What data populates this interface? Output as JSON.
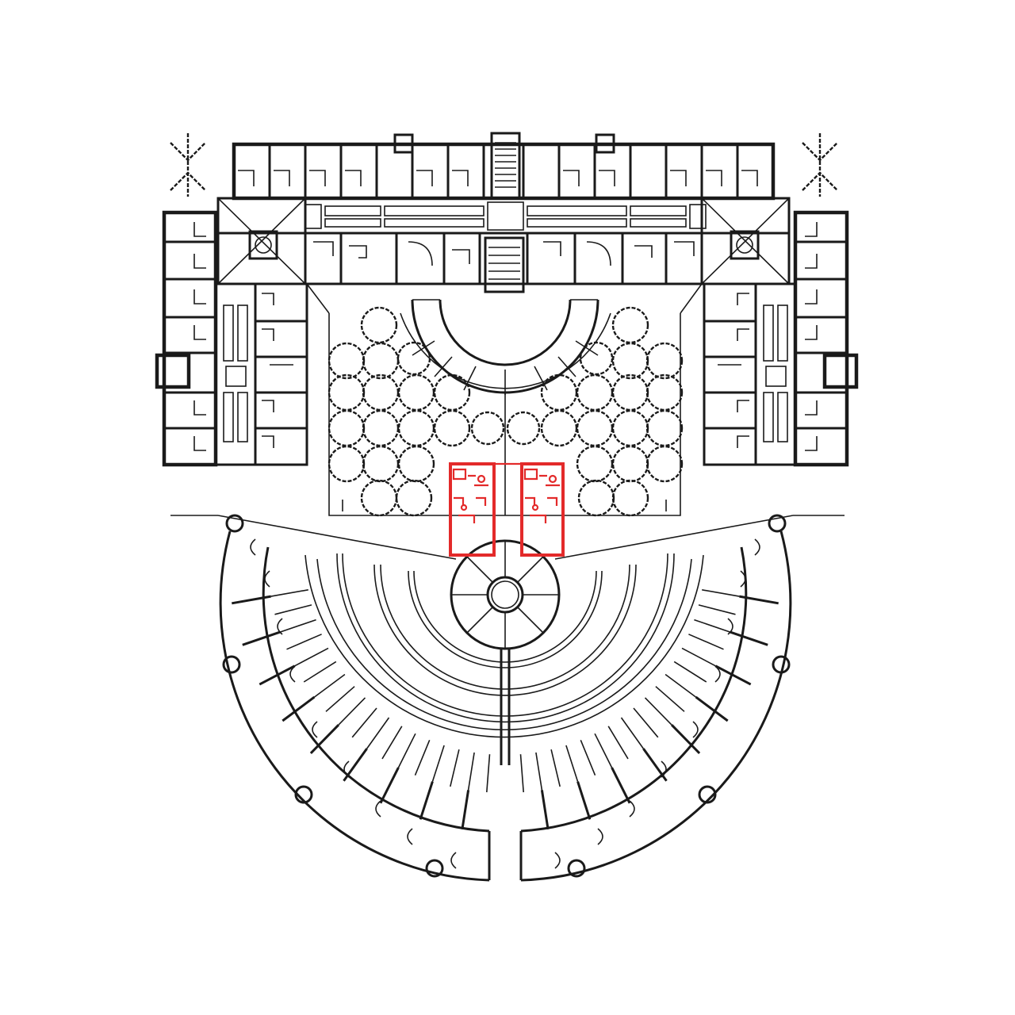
{
  "drawing": {
    "subject": "site-plan",
    "colors": {
      "ink": "#1a1a1a",
      "highlight": "#e32a2a",
      "paper": "#ffffff"
    },
    "regions": [
      {
        "id": "north-block",
        "kind": "rectangular-building"
      },
      {
        "id": "tree-court",
        "kind": "courtyard-with-trees",
        "tree_count": 38
      },
      {
        "id": "semicircle-block",
        "kind": "fan-shaped-building"
      },
      {
        "id": "highlighted-units",
        "kind": "highlighted-pair",
        "count": 2
      }
    ]
  }
}
